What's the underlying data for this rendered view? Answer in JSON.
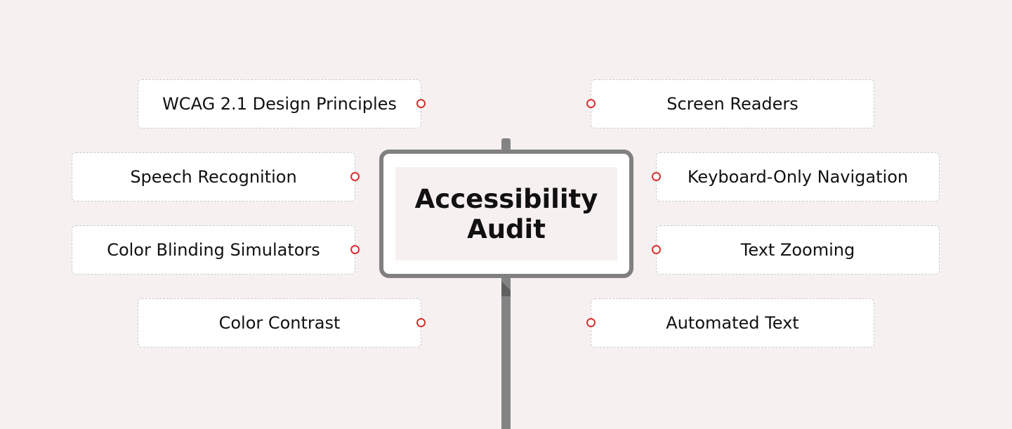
{
  "title": "Accessibility Audit",
  "left_items": [
    "WCAG 2.1 Design Principles",
    "Speech Recognition",
    "Color Blinding Simulators",
    "Color Contrast"
  ],
  "right_items": [
    "Screen Readers",
    "Keyboard-Only Navigation",
    "Text Zooming",
    "Automated Text"
  ],
  "colors": {
    "background": "#f6f1f0",
    "sign_border": "#808080",
    "dot": "#d8302f"
  }
}
